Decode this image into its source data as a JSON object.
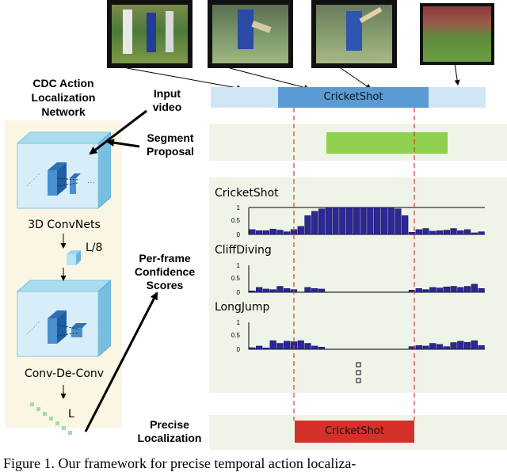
{
  "network": {
    "title_line1": "CDC Action",
    "title_line2": "Localization",
    "title_line3": "Network",
    "convnets_label": "3D ConvNets",
    "downsample_label": "L/8",
    "cdc_label": "Conv-De-Conv",
    "length_label": "L"
  },
  "flow": {
    "input_line1": "Input",
    "input_line2": "video",
    "proposal_line1": "Segment",
    "proposal_line2": "Proposal",
    "scores_line1": "Per-frame",
    "scores_line2": "Confidence",
    "scores_line3": "Scores",
    "precise_line1": "Precise",
    "precise_line2": "Localization"
  },
  "timeline": {
    "segment_label": "CricketShot"
  },
  "result": {
    "segment_label": "CricketShot"
  },
  "charts": [
    {
      "title": "CricketShot",
      "tick_top": "1",
      "tick_mid": "0.5",
      "tick_bottom": "0"
    },
    {
      "title": "CliffDiving",
      "tick_top": "1",
      "tick_mid": "0.5",
      "tick_bottom": "0"
    },
    {
      "title": "LongJump",
      "tick_top": "1",
      "tick_mid": "0.5",
      "tick_bottom": "0"
    }
  ],
  "chart_data": [
    {
      "type": "bar",
      "title": "CricketShot",
      "ylim": [
        0,
        1
      ],
      "values": [
        0.18,
        0.14,
        0.14,
        0.2,
        0.16,
        0.1,
        0.18,
        0.3,
        0.7,
        0.86,
        0.95,
        1,
        1,
        1,
        1,
        1,
        1,
        1,
        1,
        1,
        1,
        0.95,
        0.7,
        0.08,
        0.18,
        0.22,
        0.12,
        0.14,
        0.16,
        0.22,
        0.14,
        0.18,
        0.06,
        0.1
      ]
    },
    {
      "type": "bar",
      "title": "CliffDiving",
      "ylim": [
        0,
        1
      ],
      "values": [
        0.05,
        0.18,
        0.12,
        0.1,
        0.22,
        0.14,
        0.1,
        0,
        0.18,
        0.14,
        0.12,
        0,
        0,
        0,
        0,
        0,
        0,
        0,
        0,
        0,
        0,
        0,
        0,
        0.08,
        0.14,
        0.1,
        0.18,
        0.16,
        0.2,
        0.22,
        0.18,
        0.22,
        0.3,
        0.14
      ]
    },
    {
      "type": "bar",
      "title": "LongJump",
      "ylim": [
        0,
        1
      ],
      "values": [
        0.06,
        0.12,
        0.05,
        0.32,
        0.22,
        0.3,
        0.28,
        0.32,
        0.22,
        0.12,
        0.08,
        0,
        0,
        0,
        0,
        0,
        0,
        0,
        0,
        0,
        0,
        0,
        0,
        0.1,
        0.14,
        0.12,
        0.22,
        0.18,
        0.1,
        0.25,
        0.3,
        0.26,
        0.32,
        0.14
      ]
    }
  ],
  "caption": {
    "text": "Figure 1.   Our framework for precise temporal action localiza-"
  },
  "colors": {
    "bar": "#2b2795",
    "proposal": "#8fd14f",
    "result": "#d6302a",
    "segment": "#5b9bd5",
    "timeline": "#cfe6f5",
    "dashed": "#e23a3a",
    "panel": "#fbf6e3"
  }
}
